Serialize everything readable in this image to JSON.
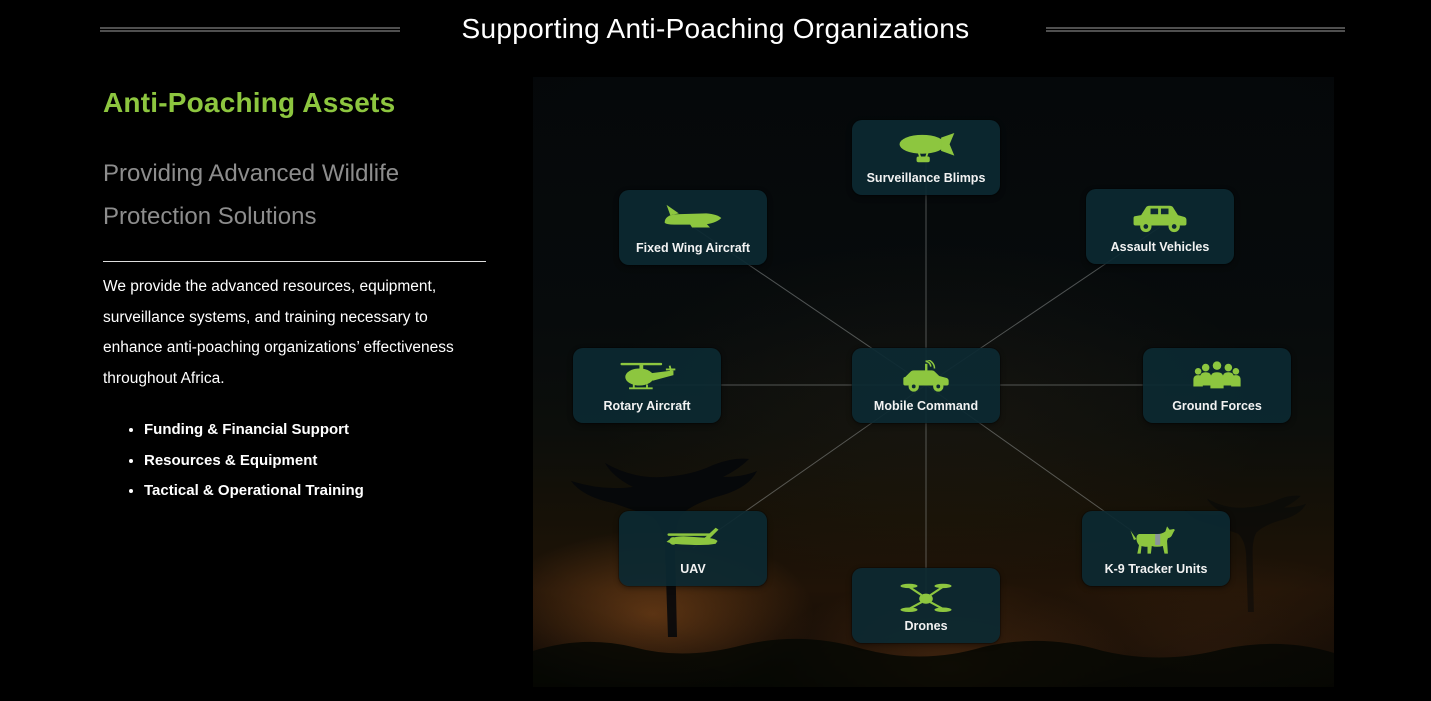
{
  "header": {
    "title": "Supporting Anti-Poaching Organizations"
  },
  "sidebar": {
    "heading": "Anti-Poaching Assets",
    "subheading": "Providing Advanced Wildlife Protection Solutions",
    "paragraph": "We provide the advanced resources, equipment, surveillance systems, and training necessary to enhance anti-poaching organizations’ effectiveness throughout Africa.",
    "bullets": [
      "Funding & Financial Support",
      "Resources & Equipment",
      "Tactical & Operational Training"
    ]
  },
  "diagram": {
    "nodes": [
      {
        "label": "Surveillance Blimps",
        "icon": "blimp-icon"
      },
      {
        "label": "Fixed Wing Aircraft",
        "icon": "fixed-wing-aircraft-icon"
      },
      {
        "label": "Assault Vehicles",
        "icon": "assault-vehicle-icon"
      },
      {
        "label": "Rotary Aircraft",
        "icon": "helicopter-icon"
      },
      {
        "label": "Mobile Command",
        "icon": "mobile-command-vehicle-icon"
      },
      {
        "label": "Ground Forces",
        "icon": "ground-forces-icon"
      },
      {
        "label": "UAV",
        "icon": "uav-icon"
      },
      {
        "label": "Drones",
        "icon": "quadcopter-drone-icon"
      },
      {
        "label": "K-9 Tracker Units",
        "icon": "k9-dog-icon"
      }
    ]
  },
  "colors": {
    "accent_green": "#8dc63f",
    "node_background": "#0c2932",
    "page_background": "#000000",
    "title_text": "#ffffff",
    "subheading_text": "#8d8d8d",
    "divider": "#dedede",
    "connector_line": "#b9bdbd"
  }
}
